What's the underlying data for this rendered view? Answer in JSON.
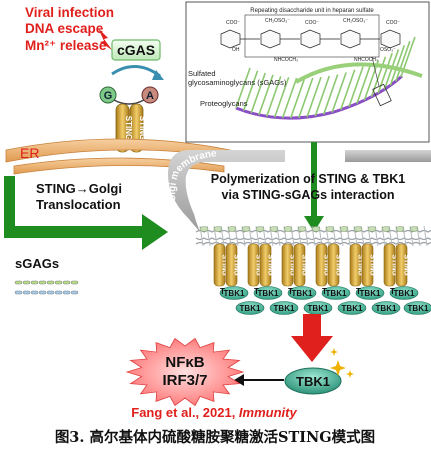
{
  "triggers": [
    "Viral infection",
    "DNA escape",
    "Mn²⁺ release"
  ],
  "cgas": {
    "label": "cGAS"
  },
  "cgamp": {
    "left": "G",
    "right": "A"
  },
  "sting": {
    "label": "STING"
  },
  "er": {
    "label": "ER"
  },
  "translocation": {
    "line1": "STING→Golgi",
    "line2": "Translocation"
  },
  "golgi": {
    "label": "The Golgi membrane"
  },
  "inset": {
    "header": "Repeating disaccharide unit in heparan sulfate",
    "sgag_label_line1": "Sulfated",
    "sgag_label_line2": "glycosaminoglycans (sGAGs)",
    "proteoglycan_label": "Proteoglycans",
    "chem_labels": [
      "COO⁻",
      "CH₂OSO₃⁻",
      "COO⁻",
      "CH₂OSO₃⁻",
      "COO⁻"
    ],
    "oh_label": "OH",
    "nh_labels": [
      "NHCOCH₃",
      "NHCOCH₃"
    ],
    "oso_label": "OSO₃⁻"
  },
  "polymerization": {
    "line1": "Polymerization of STING & TBK1",
    "line2": "via STING-sGAGs interaction"
  },
  "legend": {
    "label": "sGAGs"
  },
  "tbk1": {
    "label": "TBK1",
    "short": "T"
  },
  "outputs": {
    "line1": "NFκB",
    "line2": "IRF3/7"
  },
  "citation": {
    "authors": "Fang et al., 2021, ",
    "journal": "Immunity"
  },
  "caption": "图3. 高尔基体内硫酸糖胺聚糖激活STING模式图",
  "colors": {
    "red": "#e0201c",
    "green": "#1f8c1f",
    "sting_gold": "#c89a2a",
    "tbk1_teal": "#3cb39a",
    "er_orange": "#f0b070"
  }
}
